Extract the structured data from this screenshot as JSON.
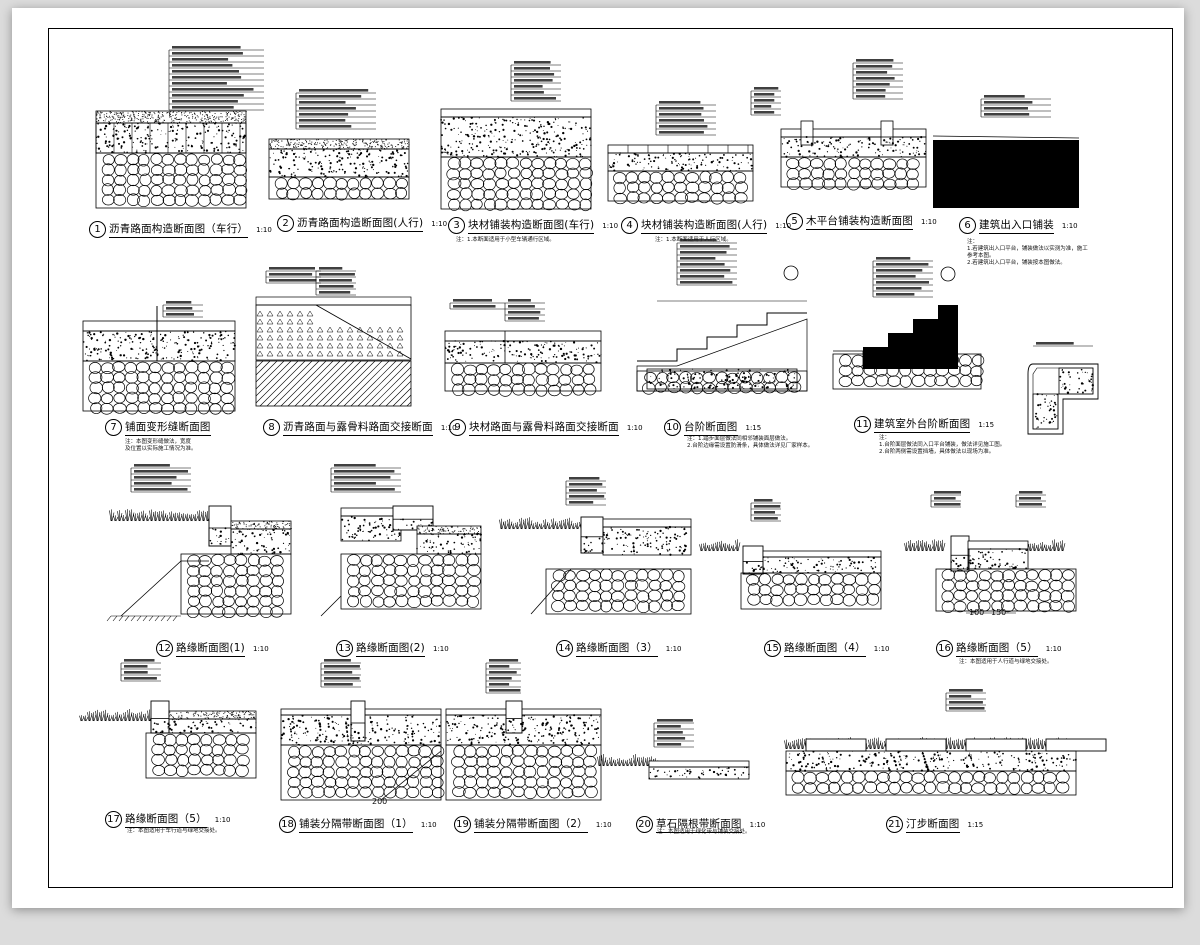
{
  "details": [
    {
      "number": "1",
      "title": "沥青路面构造断面图（车行）",
      "scale": "1:10",
      "note": ""
    },
    {
      "number": "2",
      "title": "沥青路面构造断面图(人行)",
      "scale": "1:10",
      "note": ""
    },
    {
      "number": "3",
      "title": "块材铺装构造断面图(车行)",
      "scale": "1:10",
      "note": "注：1.本断面适用于小型车辆通行区域。"
    },
    {
      "number": "4",
      "title": "块材铺装构造断面图(人行)",
      "scale": "1:10",
      "note": "注：1.本断面适用于人行区域。"
    },
    {
      "number": "5",
      "title": "木平台铺装构造断面图",
      "scale": "1:10",
      "note": ""
    },
    {
      "number": "6",
      "title": "建筑出入口铺装",
      "scale": "1:10",
      "note": "注：\n1.若建筑出入口平台，铺装做法以实测为准，施工\n参考本图。\n2.若建筑出入口平台，铺装按本图做法。"
    },
    {
      "number": "7",
      "title": "铺面变形缝断面图",
      "scale": "",
      "note": "注：本图变形缝做法，宽度\n及位置以实际施工情况为准。"
    },
    {
      "number": "8",
      "title": "沥青路面与露骨料路面交接断面",
      "scale": "1:10",
      "note": ""
    },
    {
      "number": "9",
      "title": "块材路面与露骨料路面交接断面",
      "scale": "1:10",
      "note": ""
    },
    {
      "number": "10",
      "title": "台阶断面图",
      "scale": "1:15",
      "note": "注：1.踏步面层做法同相邻铺装面层做法。\n2.台阶边缘需设置防滑条，具体做法详见厂家样本。"
    },
    {
      "number": "11",
      "title": "建筑室外台阶断面图",
      "scale": "1:15",
      "note": "注：\n1.台阶面层做法同入口平台铺装，做法详见施工图。\n2.台阶两侧需设置挡墙，具体做法以现场为准。"
    },
    {
      "number": "12",
      "title": "路缘断面图(1)",
      "scale": "1:10",
      "note": ""
    },
    {
      "number": "13",
      "title": "路缘断面图(2)",
      "scale": "1:10",
      "note": ""
    },
    {
      "number": "14",
      "title": "路缘断面图（3）",
      "scale": "1:10",
      "note": ""
    },
    {
      "number": "15",
      "title": "路缘断面图（4）",
      "scale": "1:10",
      "note": ""
    },
    {
      "number": "16",
      "title": "路缘断面图（5）",
      "scale": "1:10",
      "note": "注：本图适用于人行道与绿地交接处。"
    },
    {
      "number": "17",
      "title": "路缘断面图（5）",
      "scale": "1:10",
      "note": "注：本图适用于车行道与绿地交接处。"
    },
    {
      "number": "18",
      "title": "铺装分隔带断面图（1）",
      "scale": "1:10",
      "note": ""
    },
    {
      "number": "19",
      "title": "铺装分隔带断面图（2）",
      "scale": "1:10",
      "note": ""
    },
    {
      "number": "20",
      "title": "草石隔根带断面图",
      "scale": "1:10",
      "note": "注：本图适用于绿化带与铺装交接处。"
    },
    {
      "number": "21",
      "title": "汀步断面图",
      "scale": "1:15",
      "note": ""
    }
  ],
  "dimension_labels": {
    "dim_100": "100",
    "dim_150": "150",
    "dim_200": "200"
  },
  "colors": {
    "line": "#000000",
    "paper": "#ffffff",
    "background": "#dcdcdc"
  }
}
